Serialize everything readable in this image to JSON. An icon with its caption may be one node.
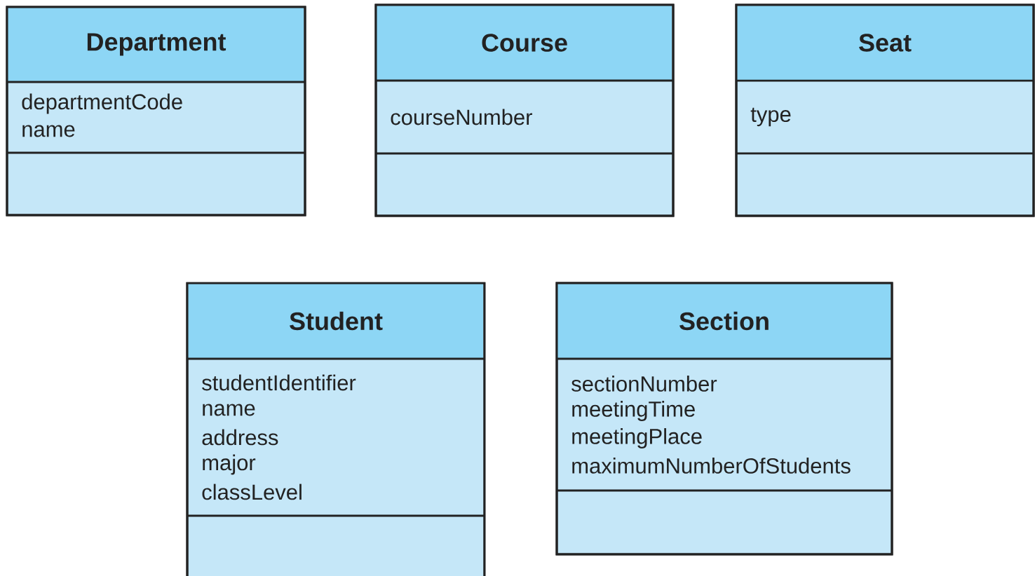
{
  "diagram": {
    "nodes": [
      {
        "text": [
          "Department",
          "departmentCode",
          "name"
        ]
      },
      {
        "text": [
          "Course",
          "courseNumber"
        ]
      },
      {
        "text": [
          "Seat",
          "type"
        ]
      },
      {
        "text": [
          "Student",
          "studentIdentifier",
          "name",
          "address",
          "major",
          "classLevel"
        ]
      },
      {
        "text": [
          "Section",
          "sectionNumber",
          "meetingTime",
          "meetingPlace",
          "maximumNumberOfStudents"
        ]
      }
    ]
  }
}
